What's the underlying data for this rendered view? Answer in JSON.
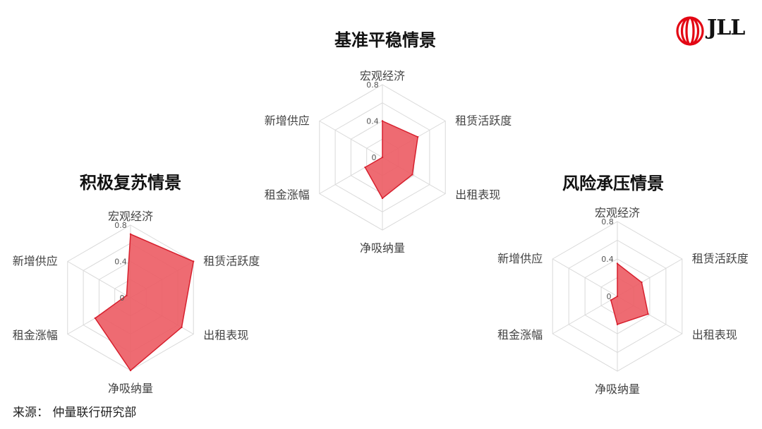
{
  "brand": {
    "logo_text": "JLL",
    "logo_color": "#e30613"
  },
  "source": "来源： 仲量联行研究部",
  "chart_data": [
    {
      "type": "radar",
      "title": "积极复苏情景",
      "axes": [
        "宏观经济",
        "租赁活跃度",
        "出租表现",
        "净吸纳量",
        "租金涨幅",
        "新增供应"
      ],
      "values": [
        0.7,
        0.8,
        0.65,
        0.8,
        0.45,
        0.05
      ],
      "range": [
        0,
        0.8
      ],
      "ticks": [
        "0",
        "0.4",
        "0.8"
      ],
      "grid": true,
      "fill_color": "#ec5b63",
      "line_color": "#d7202e"
    },
    {
      "type": "radar",
      "title": "基准平稳情景",
      "axes": [
        "宏观经济",
        "租赁活跃度",
        "出租表现",
        "净吸纳量",
        "租金涨幅",
        "新增供应"
      ],
      "values": [
        0.4,
        0.45,
        0.38,
        0.45,
        0.22,
        0.0
      ],
      "range": [
        0,
        0.8
      ],
      "ticks": [
        "0",
        "0.4",
        "0.8"
      ],
      "grid": true,
      "fill_color": "#ec5b63",
      "line_color": "#d7202e"
    },
    {
      "type": "radar",
      "title": "风险承压情景",
      "axes": [
        "宏观经济",
        "租赁活跃度",
        "出租表现",
        "净吸纳量",
        "租金涨幅",
        "新增供应"
      ],
      "values": [
        0.35,
        0.3,
        0.38,
        0.3,
        0.08,
        0.0
      ],
      "range": [
        0,
        0.8
      ],
      "ticks": [
        "0",
        "0.4",
        "0.8"
      ],
      "grid": true,
      "fill_color": "#ec5b63",
      "line_color": "#d7202e"
    }
  ]
}
